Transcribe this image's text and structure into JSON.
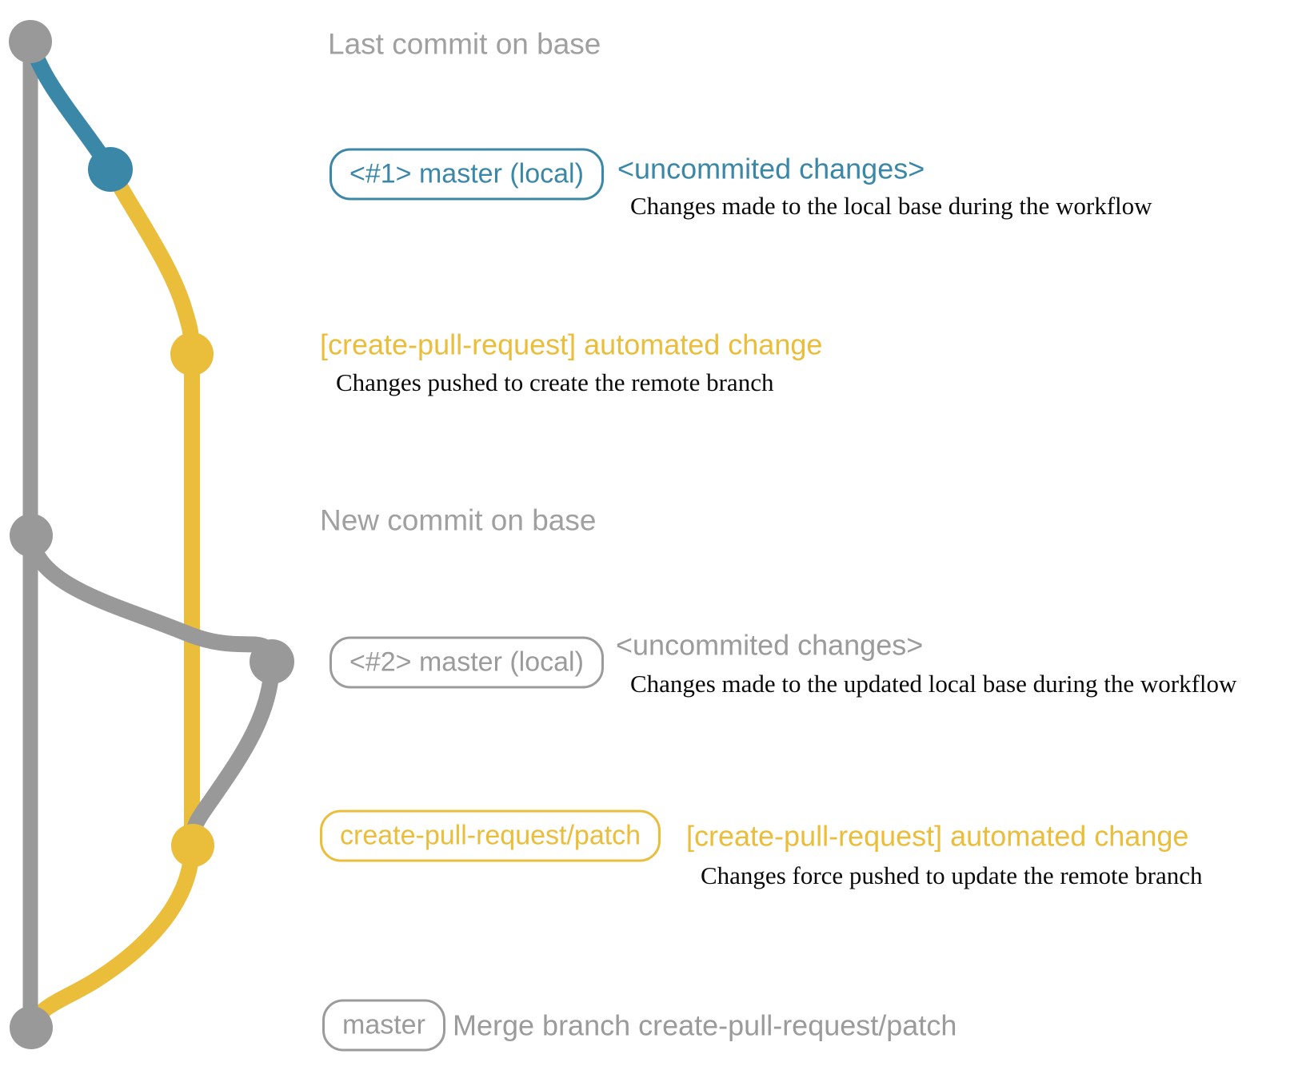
{
  "colors": {
    "blue": "#3b87a8",
    "yellow": "#eabd3b",
    "gray-line": "#999999",
    "gray-text": "#a0a0a0",
    "badge-gray": "#9b9b9b",
    "note-black": "#0a0a0a",
    "bg": "#ffffff"
  },
  "diagram": {
    "titles": {
      "last_commit_on_base": "Last commit on base",
      "new_commit_on_base": "New commit on base"
    },
    "rows": {
      "local1": {
        "badge": "<#1> master (local)",
        "message": "<uncommited changes>",
        "note": "Changes made to the local base during the workflow"
      },
      "push1": {
        "message": "[create-pull-request] automated change",
        "note": "Changes pushed to create the remote branch"
      },
      "local2": {
        "badge": "<#2> master (local)",
        "message": "<uncommited changes>",
        "note": "Changes made to the updated local base during the workflow"
      },
      "push2": {
        "badge": "create-pull-request/patch",
        "message": "[create-pull-request] automated change",
        "note": "Changes force pushed to update the remote branch"
      },
      "merge": {
        "badge": "master",
        "message": "Merge branch create-pull-request/patch"
      }
    }
  }
}
